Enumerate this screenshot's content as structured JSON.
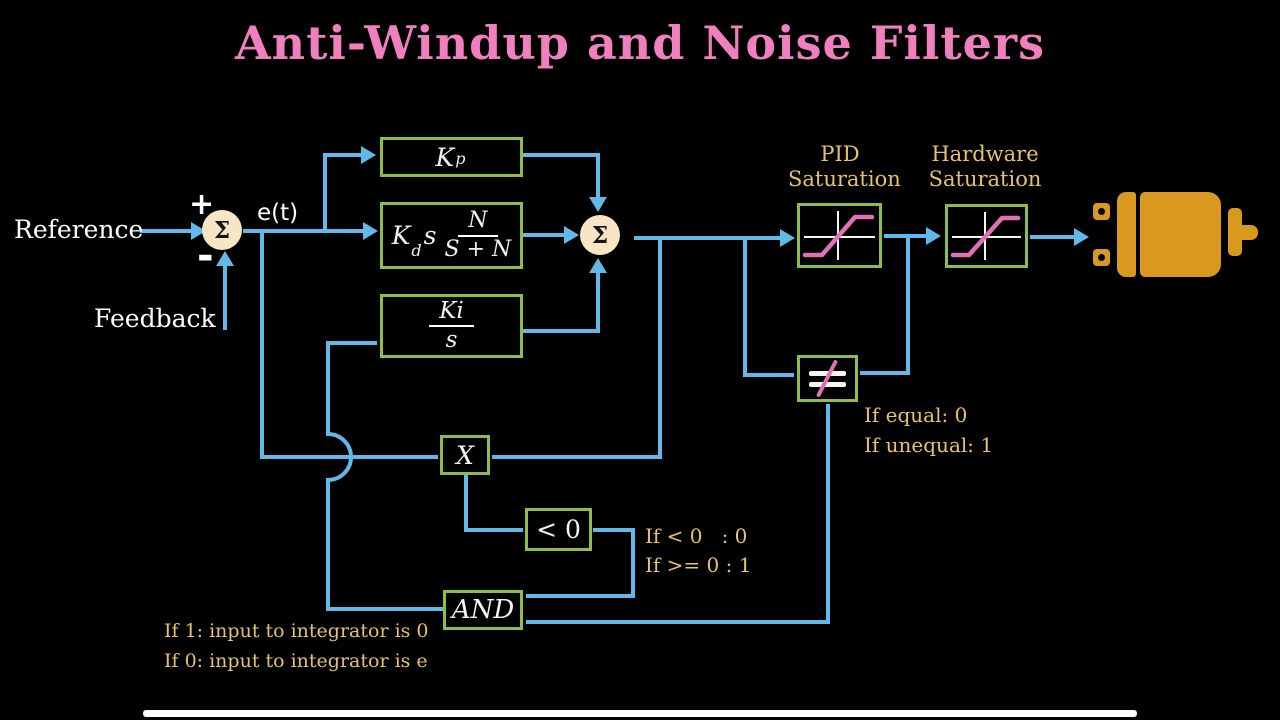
{
  "title": "Anti-Windup and Noise Filters",
  "labels": {
    "reference": "Reference",
    "feedback": "Feedback",
    "error_signal": "e(t)",
    "plus": "+",
    "minus": "-",
    "sum_symbol": "Σ",
    "pid_saturation_line1": "PID",
    "pid_saturation_line2": "Saturation",
    "hw_saturation_line1": "Hardware",
    "hw_saturation_line2": "Saturation"
  },
  "blocks": {
    "kp_base": "K",
    "kp_sub": "p",
    "kd_base": "K",
    "kd_sub": "d",
    "kd_s": "s",
    "kd_num": "N",
    "kd_den": "S + N",
    "ki_num": "Ki",
    "ki_den": "s",
    "multiplier": "X",
    "comparator": "< 0",
    "and_gate": "AND",
    "not_equal": "≠"
  },
  "annotations": {
    "neq_line1": "If equal: 0",
    "neq_line2": "If unequal: 1",
    "lt_line1": "If < 0   : 0",
    "lt_line2": "If >= 0 : 1",
    "and_line1": "If 1: input to integrator is 0",
    "and_line2": "If 0: input to integrator is e"
  },
  "colors": {
    "background": "#000000",
    "wire_blue": "#62b8e6",
    "box_green": "#8dbe4c",
    "sum_fill": "#f8e5c4",
    "gold_text": "#e5c36b",
    "title_pink": "#f07fbe",
    "curve_pink": "#de72b2",
    "motor_orange": "#d9991e"
  }
}
